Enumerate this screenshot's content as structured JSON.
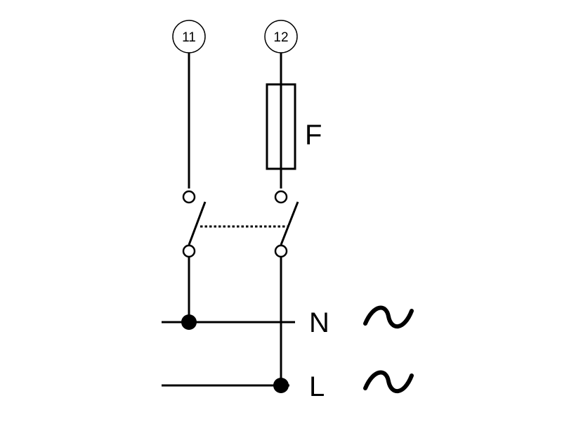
{
  "terminals": [
    {
      "label": "11"
    },
    {
      "label": "12"
    }
  ],
  "fuse": {
    "label": "F"
  },
  "lines": [
    {
      "label": "N",
      "symbol": "~"
    },
    {
      "label": "L",
      "symbol": "~"
    }
  ],
  "colors": {
    "line": "#000000",
    "background": "#ffffff"
  }
}
